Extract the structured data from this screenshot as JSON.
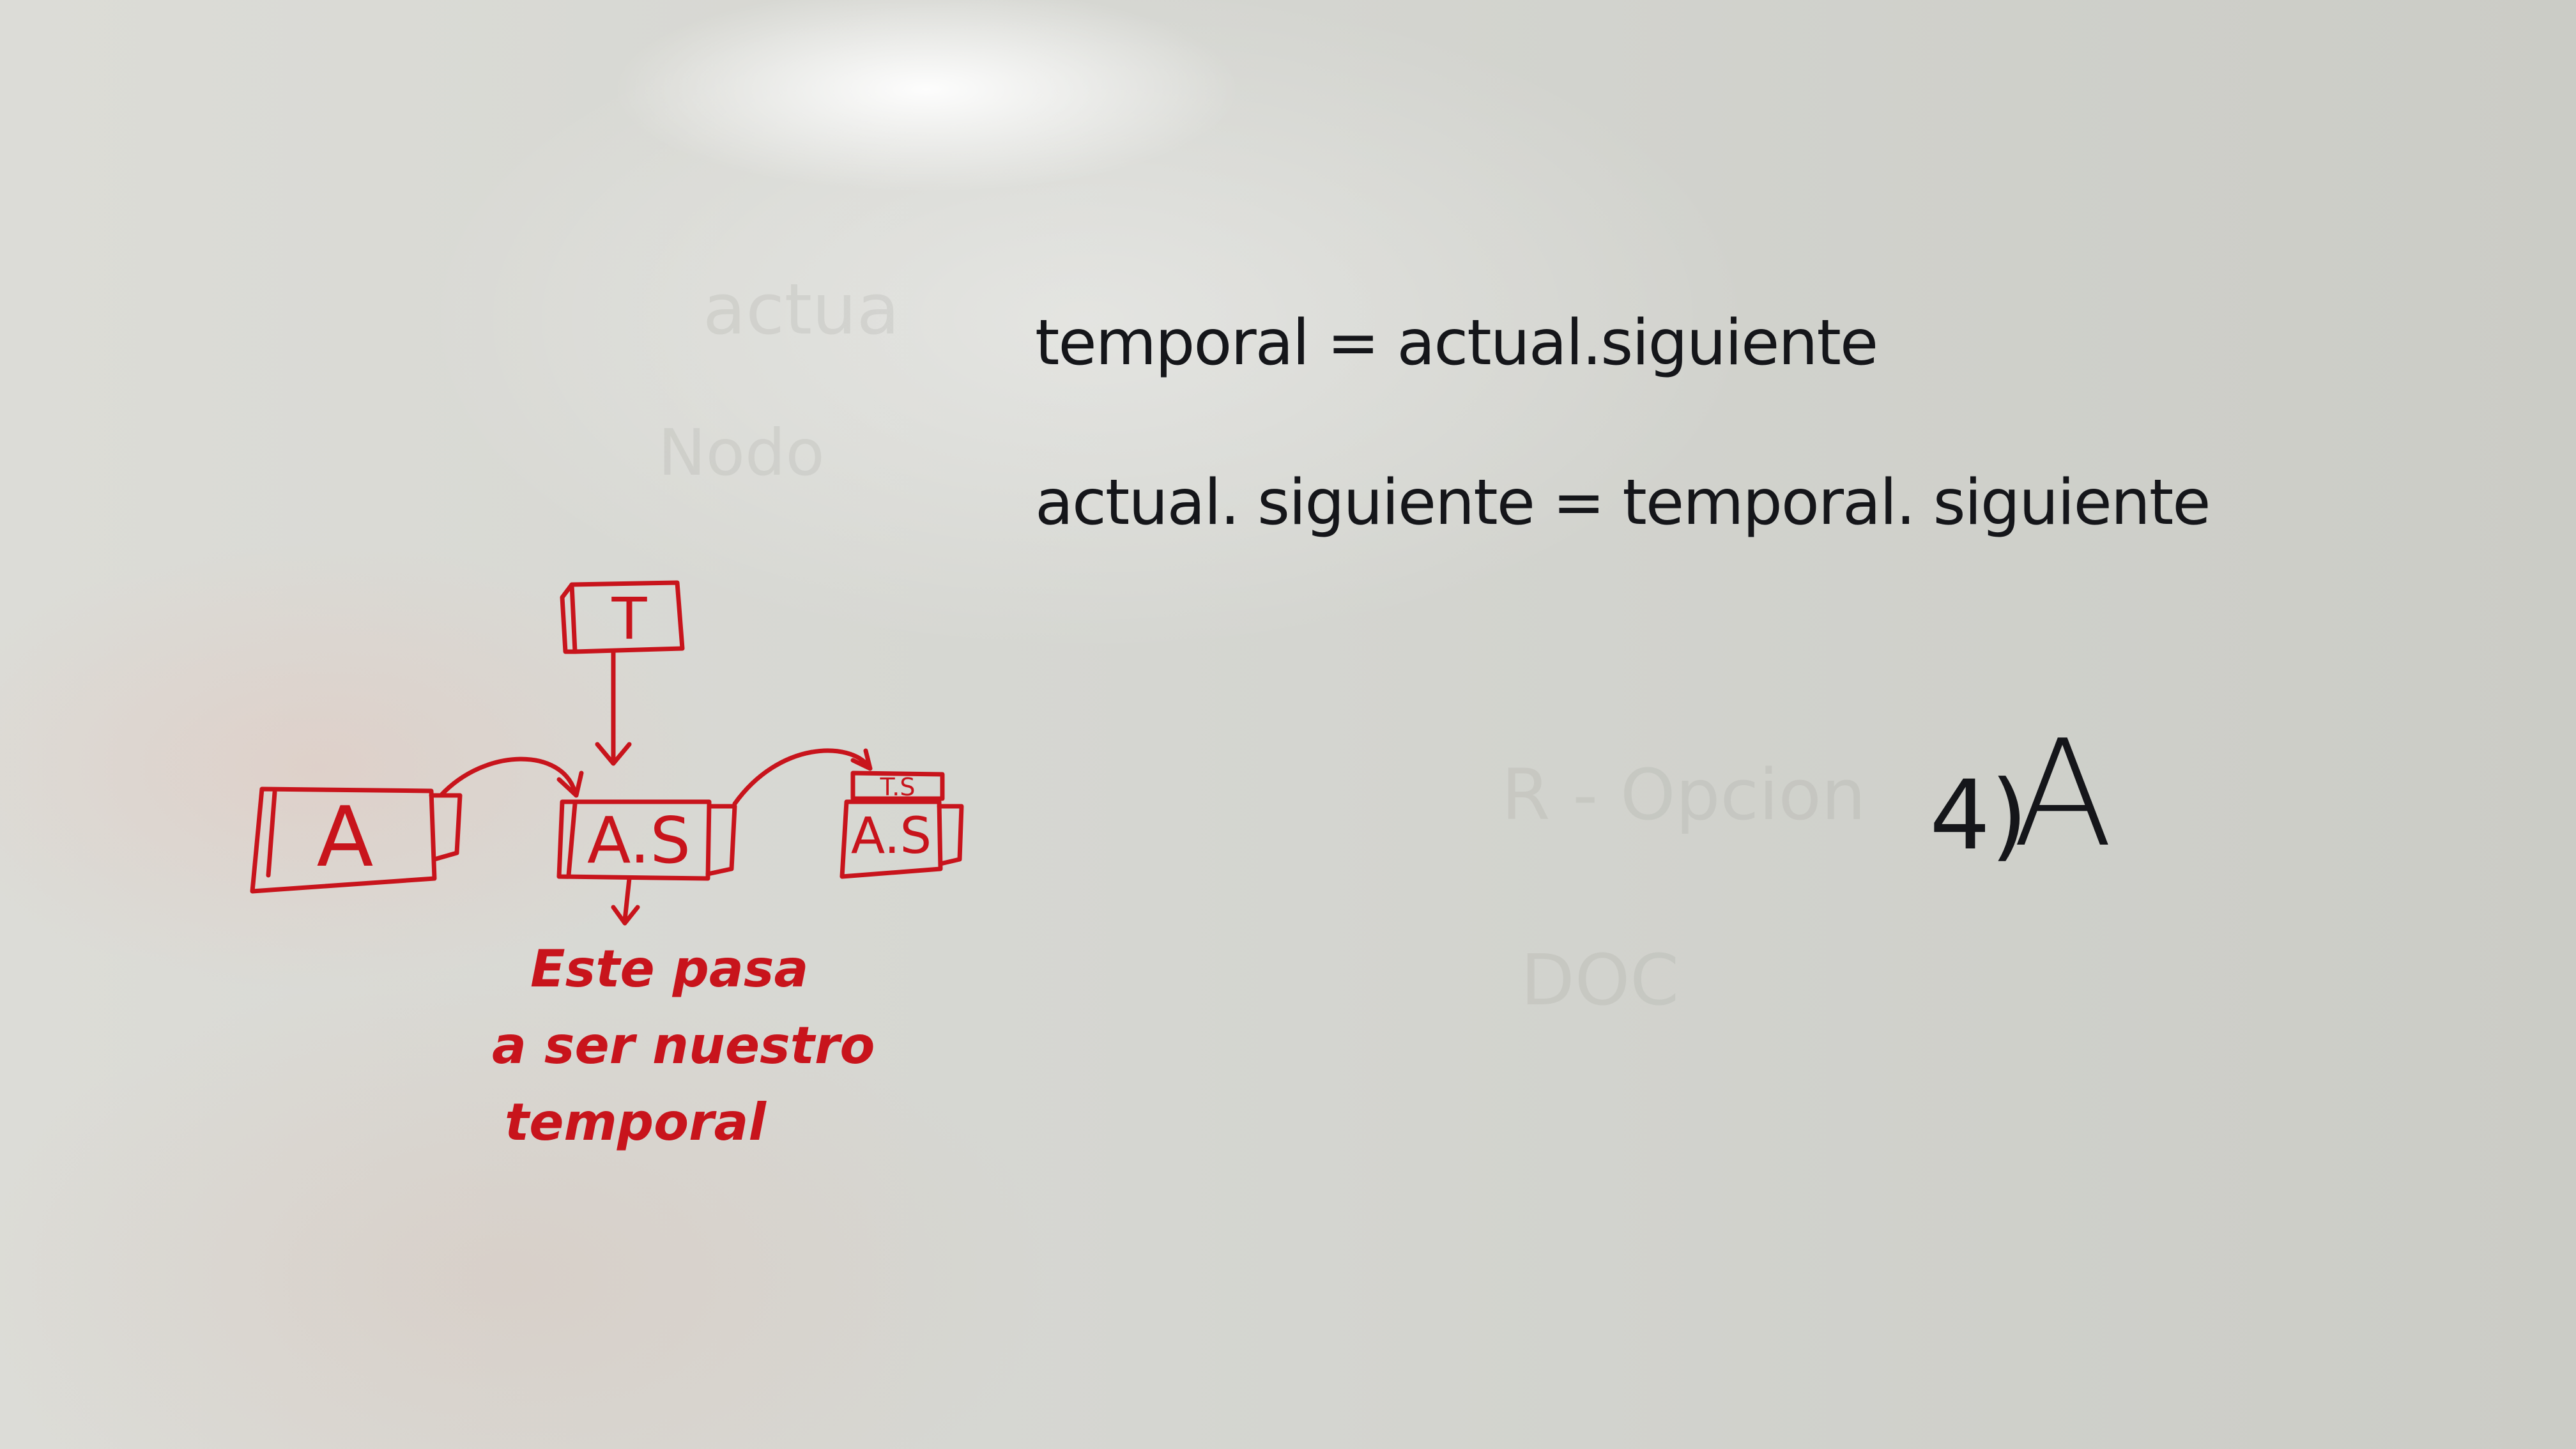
{
  "board": {
    "colors": {
      "black_marker": "#15161a",
      "red_marker": "#c8141c",
      "board_surface": "#d6d7d2"
    }
  },
  "black_writing": {
    "line1": "temporal = actual.siguiente",
    "line2": "actual. siguiente = temporal. siguiente",
    "answer_number": "4)",
    "answer_letter": "A"
  },
  "diagram": {
    "pointer_label": "T",
    "node1_label": "A",
    "node2_label": "A.S",
    "node3_top_label": "T.S",
    "node3_label": "A.S",
    "note_line1": "Este pasa",
    "note_line2": "a ser nuestro",
    "note_line3": "temporal"
  }
}
